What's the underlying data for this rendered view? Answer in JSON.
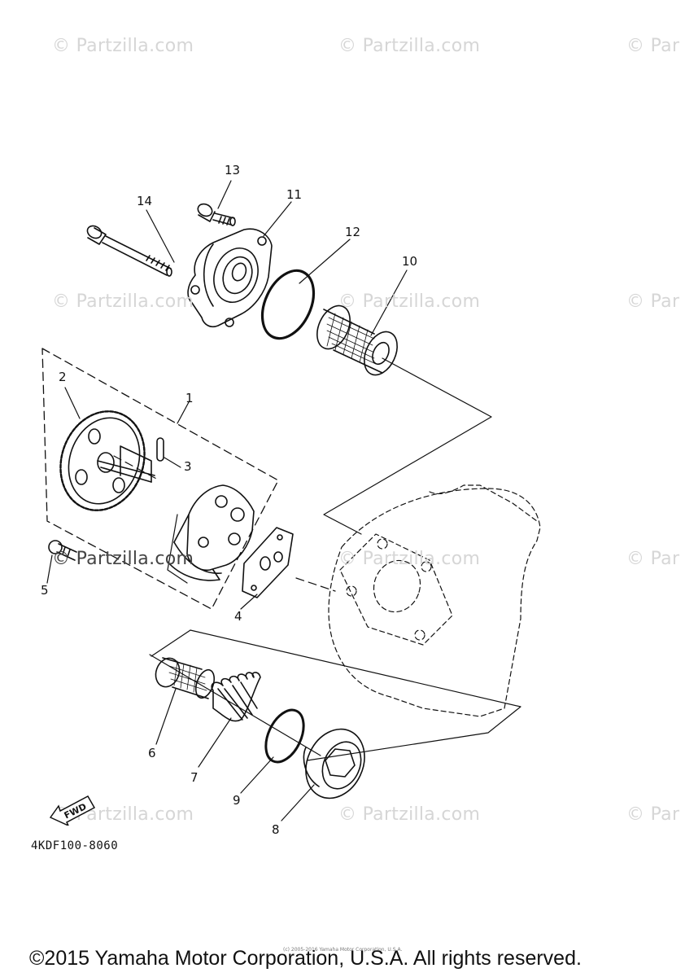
{
  "watermarks": [
    "© Partzilla.com",
    "© Partzilla.com",
    "© Par",
    "© Partzilla.com",
    "© Partzilla.com",
    "© Par",
    "© Partzilla.com",
    "© Partzilla.com",
    "© Par",
    "© Partzilla.com",
    "© Partzilla.com",
    "© Par"
  ],
  "callouts": [
    "1",
    "2",
    "3",
    "4",
    "5",
    "6",
    "7",
    "8",
    "9",
    "10",
    "11",
    "12",
    "13",
    "14"
  ],
  "part_code": "4KDF100-8060",
  "fwd_label": "FWD",
  "small_copyright": "(c) 2005-2016 Yamaha Motor Corporation, U.S.A.",
  "copyright": "©2015 Yamaha Motor Corporation, U.S.A. All rights reserved."
}
